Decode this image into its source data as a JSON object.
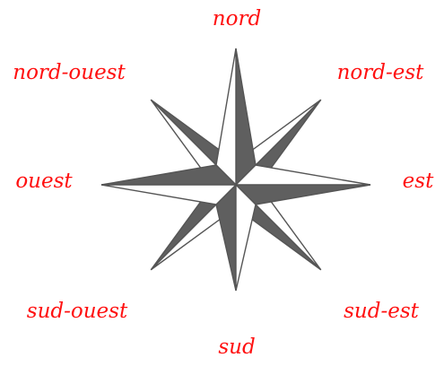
{
  "colors": {
    "label": "#ff1010",
    "star_dark": "#5f5f5f",
    "star_light": "#ffffff",
    "star_stroke": "#555555"
  },
  "labels": {
    "north": "nord",
    "northeast": "nord-est",
    "east": "est",
    "southeast": "sud-est",
    "south": "sud",
    "southwest": "sud-ouest",
    "west": "ouest",
    "northwest": "nord-ouest"
  }
}
